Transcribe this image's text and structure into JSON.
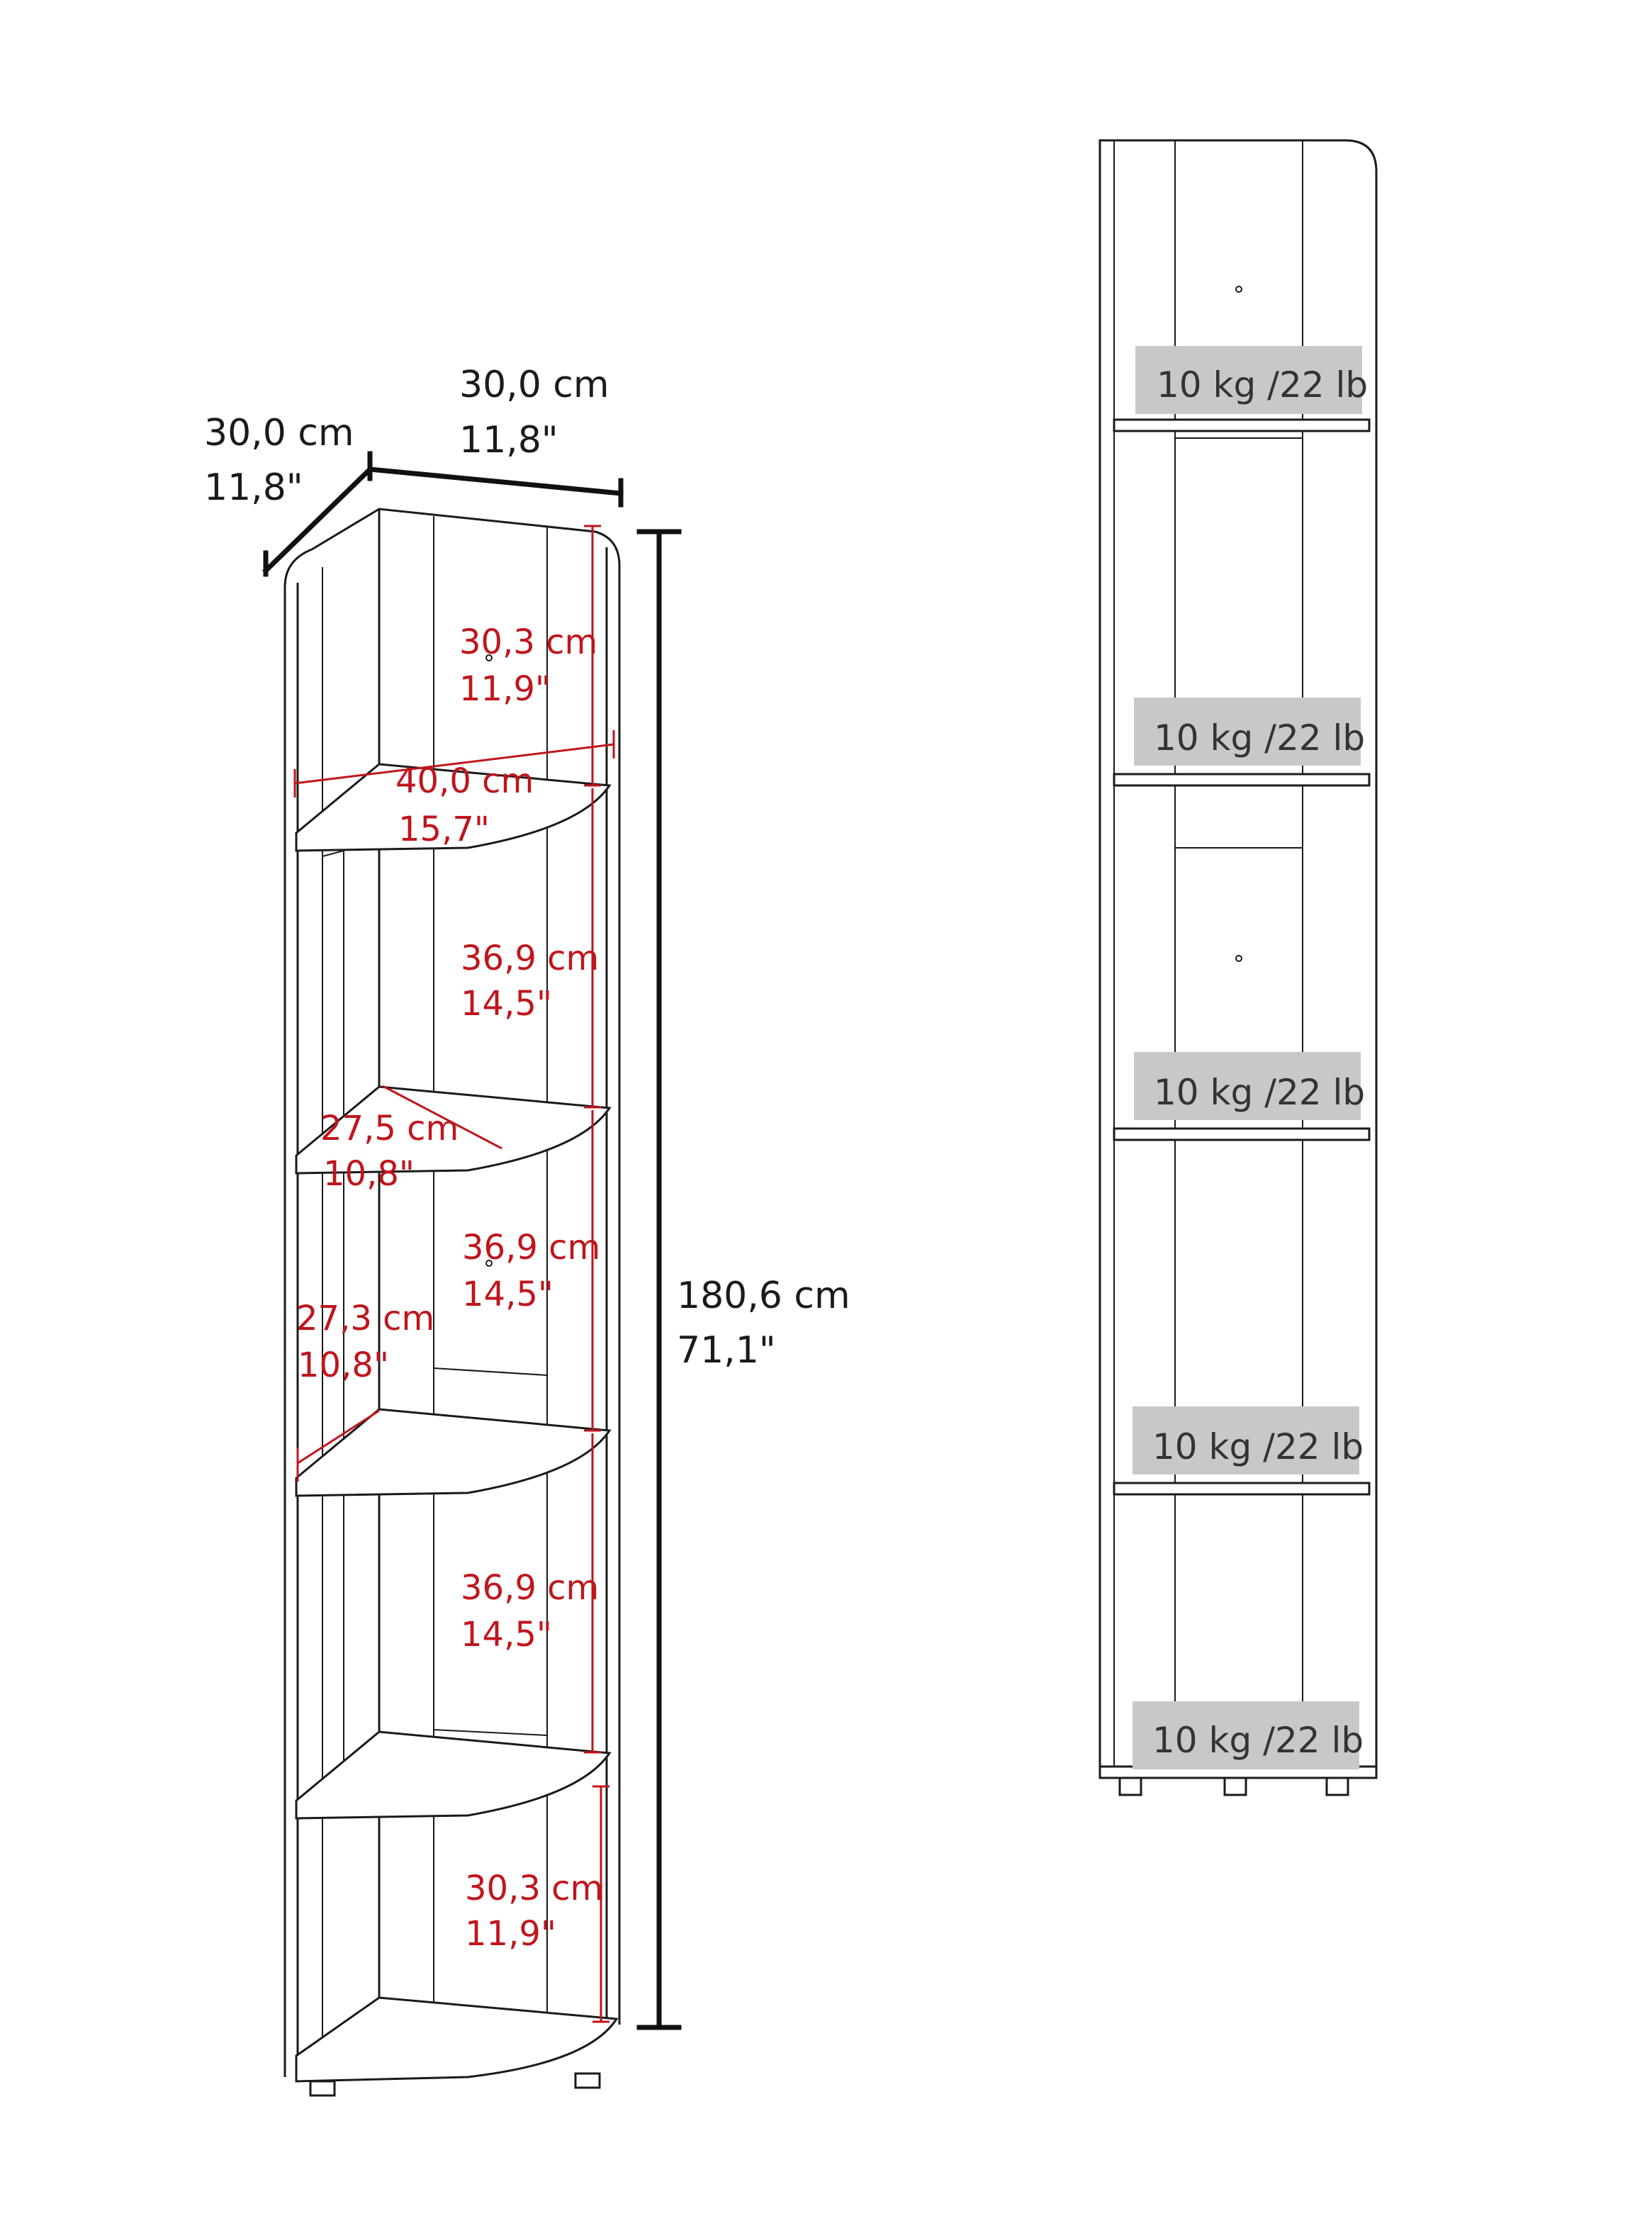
{
  "colors": {
    "outline": "#1a1a1a",
    "dimension_red": "#c0151c",
    "load_label_bg": "#c8c8c8"
  },
  "overall": {
    "depth_cm": "30,0 cm",
    "depth_in": "11,8\"",
    "width_cm": "30,0 cm",
    "width_in": "11,8\"",
    "height_cm": "180,6 cm",
    "height_in": "71,1\""
  },
  "compartments": [
    {
      "cm": "30,3 cm",
      "in": "11,9\""
    },
    {
      "cm": "36,9 cm",
      "in": "14,5\""
    },
    {
      "cm": "36,9 cm",
      "in": "14,5\""
    },
    {
      "cm": "36,9 cm",
      "in": "14,5\""
    },
    {
      "cm": "30,3 cm",
      "in": "11,9\""
    }
  ],
  "shelf_dimensions": {
    "diagonal": {
      "cm": "40,0 cm",
      "in": "15,7\""
    },
    "radius": {
      "cm": "27,5 cm",
      "in": "10,8\""
    },
    "side": {
      "cm": "27,3 cm",
      "in": "10,8\""
    }
  },
  "load_ratings": [
    "10 kg /22 lb",
    "10 kg /22 lb",
    "10 kg /22 lb",
    "10 kg /22 lb",
    "10 kg /22 lb"
  ]
}
